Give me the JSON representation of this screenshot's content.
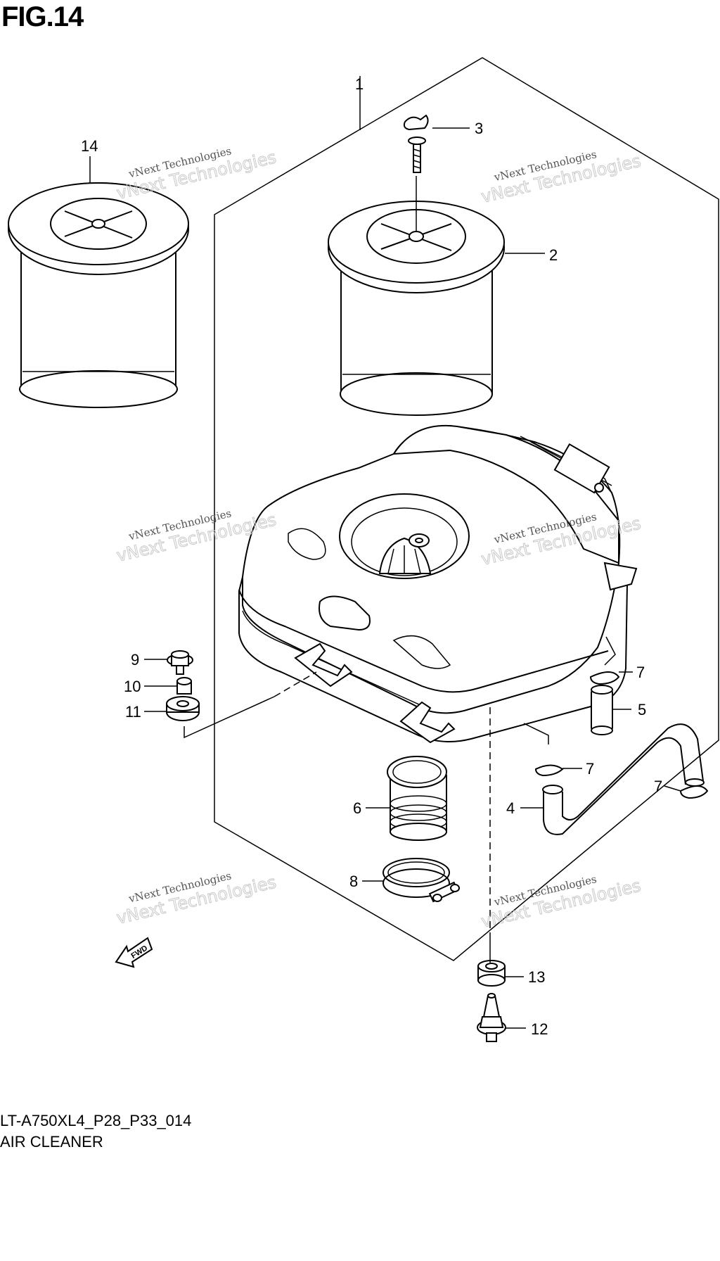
{
  "figure": {
    "title": "FIG.14",
    "model_code": "LT-A750XL4_P28_P33_014",
    "section_name": "AIR CLEANER"
  },
  "callouts": [
    "1",
    "2",
    "3",
    "4",
    "5",
    "6",
    "7",
    "7",
    "7",
    "8",
    "9",
    "10",
    "11",
    "12",
    "13",
    "14"
  ],
  "fwd_label": "FWD",
  "watermark": {
    "brand_small": "vNext Technologies",
    "brand_large": "vNext Technologies"
  }
}
